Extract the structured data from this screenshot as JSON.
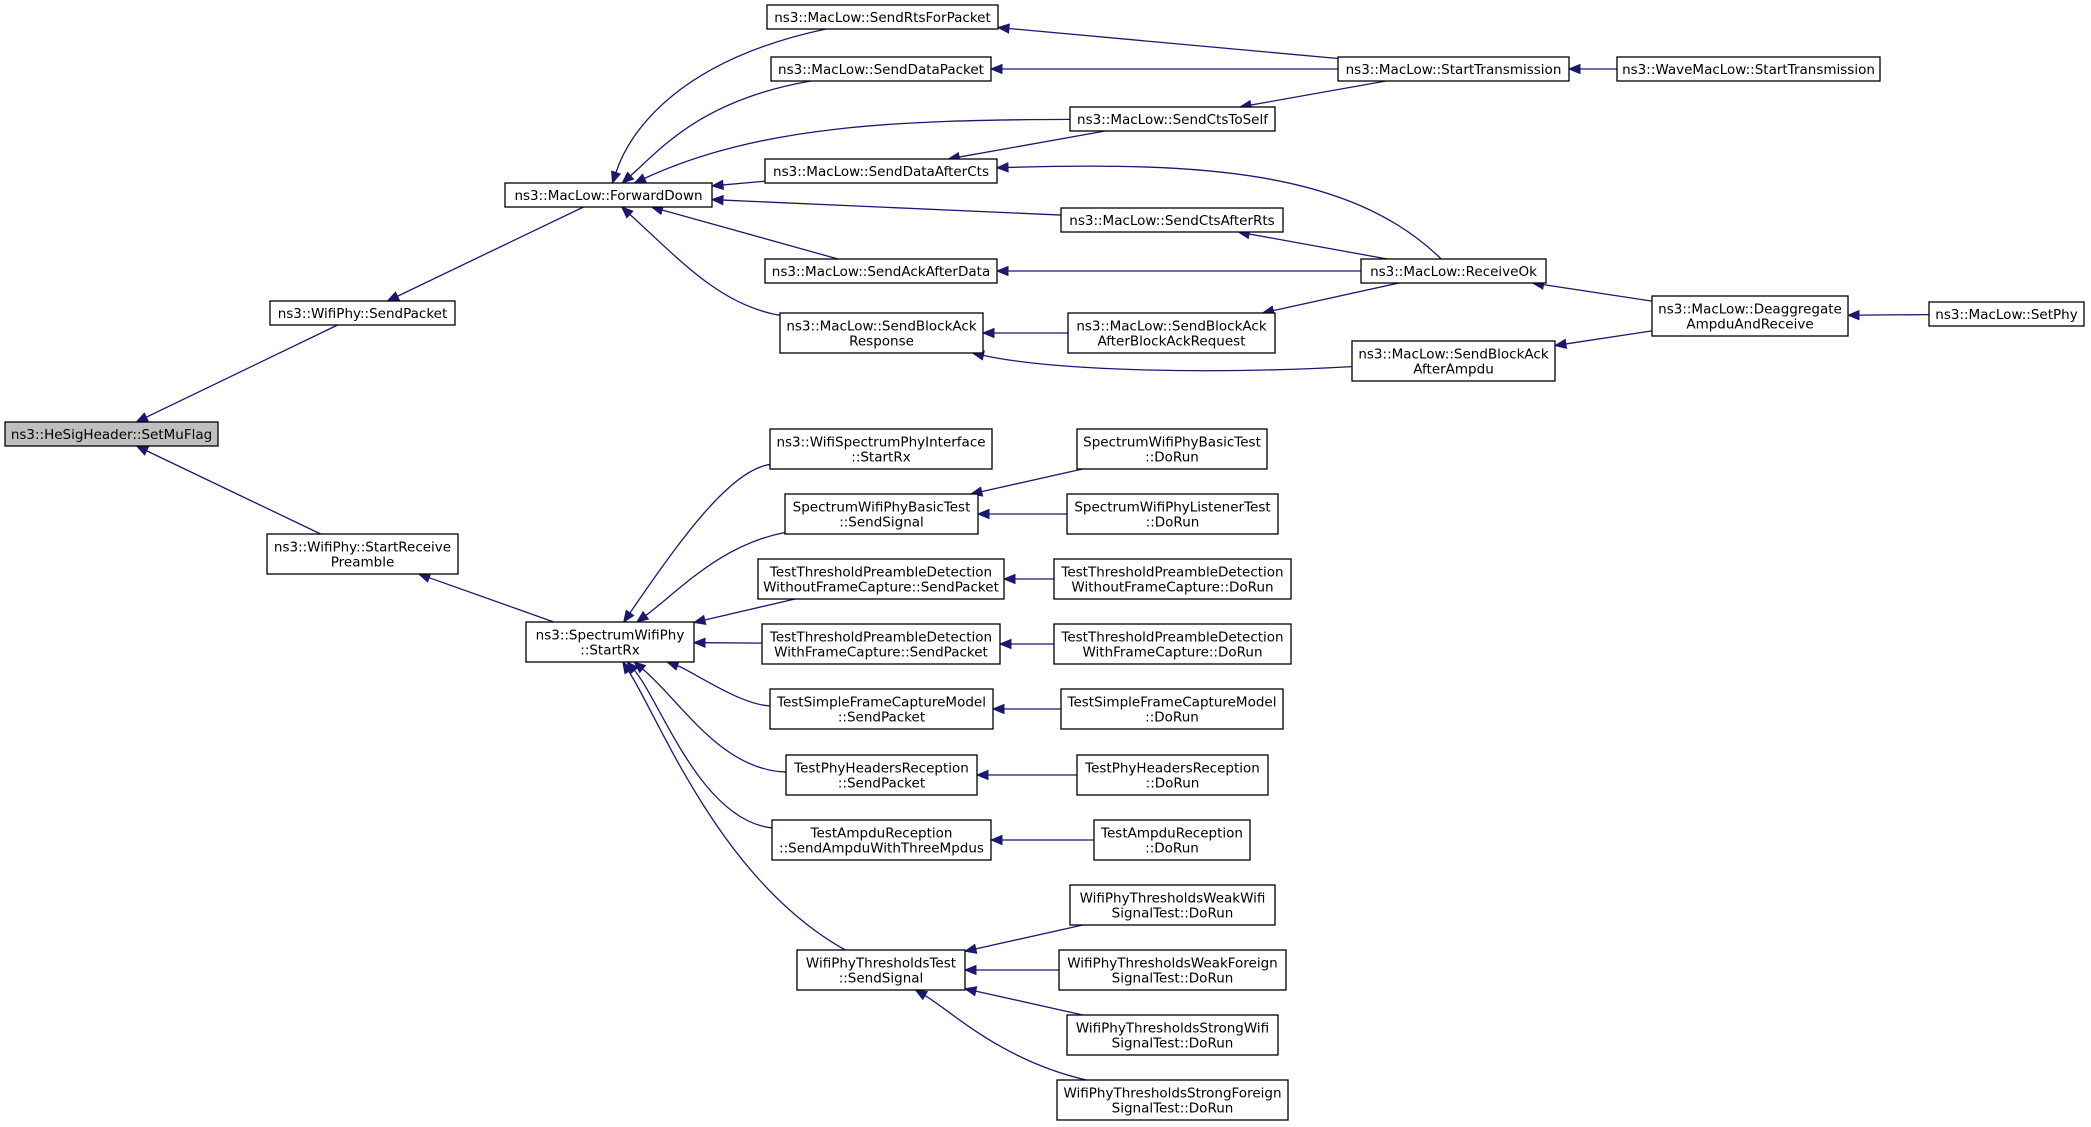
{
  "diagram": {
    "type": "doxygen-caller-graph",
    "nodes": [
      {
        "id": "setmuflag",
        "lines": [
          "ns3::HeSigHeader::SetMuFlag"
        ],
        "root": true
      },
      {
        "id": "sendpacket",
        "lines": [
          "ns3::WifiPhy::SendPacket"
        ]
      },
      {
        "id": "startreceivepreamble",
        "lines": [
          "ns3::WifiPhy::StartReceive",
          "Preamble"
        ]
      },
      {
        "id": "forwarddown",
        "lines": [
          "ns3::MacLow::ForwardDown"
        ]
      },
      {
        "id": "spectrumstartrx",
        "lines": [
          "ns3::SpectrumWifiPhy",
          "::StartRx"
        ]
      },
      {
        "id": "sendrtsforpacket",
        "lines": [
          "ns3::MacLow::SendRtsForPacket"
        ]
      },
      {
        "id": "senddatapacket",
        "lines": [
          "ns3::MacLow::SendDataPacket"
        ]
      },
      {
        "id": "senddataaftercts",
        "lines": [
          "ns3::MacLow::SendDataAfterCts"
        ]
      },
      {
        "id": "sendackafterdata",
        "lines": [
          "ns3::MacLow::SendAckAfterData"
        ]
      },
      {
        "id": "sendblockackresponse",
        "lines": [
          "ns3::MacLow::SendBlockAck",
          "Response"
        ]
      },
      {
        "id": "sendctstoself",
        "lines": [
          "ns3::MacLow::SendCtsToSelf"
        ]
      },
      {
        "id": "sendctsafterrts",
        "lines": [
          "ns3::MacLow::SendCtsAfterRts"
        ]
      },
      {
        "id": "sendblockackafterbar",
        "lines": [
          "ns3::MacLow::SendBlockAck",
          "AfterBlockAckRequest"
        ]
      },
      {
        "id": "sendblockackafterampdu",
        "lines": [
          "ns3::MacLow::SendBlockAck",
          "AfterAmpdu"
        ]
      },
      {
        "id": "starttransmission",
        "lines": [
          "ns3::MacLow::StartTransmission"
        ]
      },
      {
        "id": "wavestarttransmission",
        "lines": [
          "ns3::WaveMacLow::StartTransmission"
        ]
      },
      {
        "id": "receiveok",
        "lines": [
          "ns3::MacLow::ReceiveOk"
        ]
      },
      {
        "id": "deaggregate",
        "lines": [
          "ns3::MacLow::Deaggregate",
          "AmpduAndReceive"
        ]
      },
      {
        "id": "setphy",
        "lines": [
          "ns3::MacLow::SetPhy"
        ]
      },
      {
        "id": "ifacestartrx",
        "lines": [
          "ns3::WifiSpectrumPhyInterface",
          "::StartRx"
        ]
      },
      {
        "id": "basictestsendsignal",
        "lines": [
          "SpectrumWifiPhyBasicTest",
          "::SendSignal"
        ]
      },
      {
        "id": "tpdwofcsend",
        "lines": [
          "TestThresholdPreambleDetection",
          "WithoutFrameCapture::SendPacket"
        ]
      },
      {
        "id": "tpdwfcsend",
        "lines": [
          "TestThresholdPreambleDetection",
          "WithFrameCapture::SendPacket"
        ]
      },
      {
        "id": "tsfcmsend",
        "lines": [
          "TestSimpleFrameCaptureModel",
          "::SendPacket"
        ]
      },
      {
        "id": "tphrsend",
        "lines": [
          "TestPhyHeadersReception",
          "::SendPacket"
        ]
      },
      {
        "id": "tamsend",
        "lines": [
          "TestAmpduReception",
          "::SendAmpduWithThreeMpdus"
        ]
      },
      {
        "id": "wptsendsignal",
        "lines": [
          "WifiPhyThresholdsTest",
          "::SendSignal"
        ]
      },
      {
        "id": "basictestdorun",
        "lines": [
          "SpectrumWifiPhyBasicTest",
          "::DoRun"
        ]
      },
      {
        "id": "listenerdorun",
        "lines": [
          "SpectrumWifiPhyListenerTest",
          "::DoRun"
        ]
      },
      {
        "id": "tpdwofcdorun",
        "lines": [
          "TestThresholdPreambleDetection",
          "WithoutFrameCapture::DoRun"
        ]
      },
      {
        "id": "tpdwfcdorun",
        "lines": [
          "TestThresholdPreambleDetection",
          "WithFrameCapture::DoRun"
        ]
      },
      {
        "id": "tsfcmdorun",
        "lines": [
          "TestSimpleFrameCaptureModel",
          "::DoRun"
        ]
      },
      {
        "id": "tphrdorun",
        "lines": [
          "TestPhyHeadersReception",
          "::DoRun"
        ]
      },
      {
        "id": "tamdorun",
        "lines": [
          "TestAmpduReception",
          "::DoRun"
        ]
      },
      {
        "id": "weakwifidorun",
        "lines": [
          "WifiPhyThresholdsWeakWifi",
          "SignalTest::DoRun"
        ]
      },
      {
        "id": "weakforeigndorun",
        "lines": [
          "WifiPhyThresholdsWeakForeign",
          "SignalTest::DoRun"
        ]
      },
      {
        "id": "strongwifidorun",
        "lines": [
          "WifiPhyThresholdsStrongWifi",
          "SignalTest::DoRun"
        ]
      },
      {
        "id": "strongforeigndorun",
        "lines": [
          "WifiPhyThresholdsStrongForeign",
          "SignalTest::DoRun"
        ]
      }
    ],
    "edges": [
      {
        "from": "sendpacket",
        "to": "setmuflag"
      },
      {
        "from": "startreceivepreamble",
        "to": "setmuflag"
      },
      {
        "from": "forwarddown",
        "to": "sendpacket"
      },
      {
        "from": "spectrumstartrx",
        "to": "startreceivepreamble"
      },
      {
        "from": "sendrtsforpacket",
        "to": "forwarddown"
      },
      {
        "from": "senddatapacket",
        "to": "forwarddown"
      },
      {
        "from": "sendctstoself",
        "to": "forwarddown"
      },
      {
        "from": "senddataaftercts",
        "to": "forwarddown"
      },
      {
        "from": "sendctsafterrts",
        "to": "forwarddown"
      },
      {
        "from": "sendackafterdata",
        "to": "forwarddown"
      },
      {
        "from": "sendblockackresponse",
        "to": "forwarddown"
      },
      {
        "from": "starttransmission",
        "to": "sendrtsforpacket"
      },
      {
        "from": "starttransmission",
        "to": "senddatapacket"
      },
      {
        "from": "sendctstoself",
        "to": "senddataaftercts"
      },
      {
        "from": "receiveok",
        "to": "senddataaftercts"
      },
      {
        "from": "starttransmission",
        "to": "sendctstoself"
      },
      {
        "from": "receiveok",
        "to": "sendctsafterrts"
      },
      {
        "from": "receiveok",
        "to": "sendackafterdata"
      },
      {
        "from": "sendblockackafterbar",
        "to": "sendblockackresponse"
      },
      {
        "from": "sendblockackafterampdu",
        "to": "sendblockackresponse"
      },
      {
        "from": "receiveok",
        "to": "sendblockackafterbar"
      },
      {
        "from": "deaggregate",
        "to": "sendblockackafterampdu"
      },
      {
        "from": "wavestarttransmission",
        "to": "starttransmission"
      },
      {
        "from": "deaggregate",
        "to": "receiveok"
      },
      {
        "from": "setphy",
        "to": "deaggregate"
      },
      {
        "from": "ifacestartrx",
        "to": "spectrumstartrx"
      },
      {
        "from": "basictestsendsignal",
        "to": "spectrumstartrx"
      },
      {
        "from": "tpdwofcsend",
        "to": "spectrumstartrx"
      },
      {
        "from": "tpdwfcsend",
        "to": "spectrumstartrx"
      },
      {
        "from": "tsfcmsend",
        "to": "spectrumstartrx"
      },
      {
        "from": "tphrsend",
        "to": "spectrumstartrx"
      },
      {
        "from": "tamsend",
        "to": "spectrumstartrx"
      },
      {
        "from": "wptsendsignal",
        "to": "spectrumstartrx"
      },
      {
        "from": "basictestdorun",
        "to": "basictestsendsignal"
      },
      {
        "from": "listenerdorun",
        "to": "basictestsendsignal"
      },
      {
        "from": "tpdwofcdorun",
        "to": "tpdwofcsend"
      },
      {
        "from": "tpdwfcdorun",
        "to": "tpdwfcsend"
      },
      {
        "from": "tsfcmdorun",
        "to": "tsfcmsend"
      },
      {
        "from": "tphrdorun",
        "to": "tphrsend"
      },
      {
        "from": "tamdorun",
        "to": "tamsend"
      },
      {
        "from": "weakwifidorun",
        "to": "wptsendsignal"
      },
      {
        "from": "weakforeigndorun",
        "to": "wptsendsignal"
      },
      {
        "from": "strongwifidorun",
        "to": "wptsendsignal"
      },
      {
        "from": "strongforeigndorun",
        "to": "wptsendsignal"
      }
    ]
  },
  "colors": {
    "edge": "#191970",
    "node_border": "#000000",
    "node_fill": "#ffffff",
    "root_fill": "#bfbfbf",
    "background": "#ffffff"
  }
}
